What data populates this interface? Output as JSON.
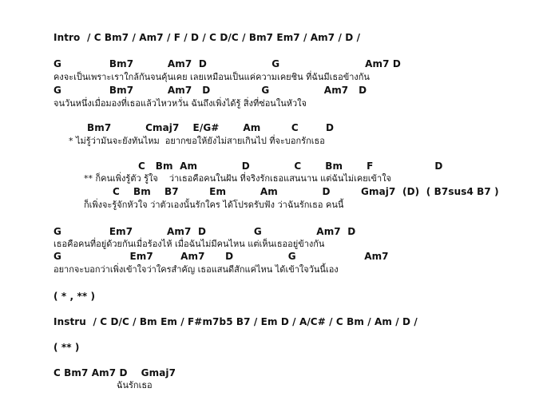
{
  "song": {
    "lines": [
      {
        "kind": "chord",
        "text": "Intro  / C Bm7 / Am7 / F / D / C D/C / Bm7 Em7 / Am7 / D /"
      },
      {
        "kind": "chord",
        "text": "G              Bm7          Am7  D                   G                         Am7 D"
      },
      {
        "kind": "lyric",
        "text": "คงจะเป็นเพราะเราใกล้กันจนคุ้นเคย เลยเหมือนเป็นแค่ความเคยชิน ที่ฉันมีเธอข้างกัน"
      },
      {
        "kind": "chord",
        "text": "G              Bm7          Am7   D               G                Am7   D"
      },
      {
        "kind": "lyric",
        "text": "จนวันหนึ่งเมื่อมองที่เธอแล้วไหวหวั่น ฉันถึงเพิ่งได้รู้ สิ่งที่ซ่อนในหัวใจ"
      },
      {
        "kind": "chord",
        "text": "Bm7          Cmaj7    E/G#       Am         C        D"
      },
      {
        "kind": "lyric",
        "text": "* ไม่รู้ว่ามันจะยังทันไหม  อยากขอให้ยังไม่สายเกินไป ที่จะบอกรักเธอ"
      },
      {
        "kind": "chord",
        "text": "C   Bm  Am             D             C       Bm       F                  D"
      },
      {
        "kind": "lyric",
        "text": "** ก็คนเพิ่งรู้ตัว รู้ใจ    ว่าเธอคือคนในฝัน ที่จริงรักเธอแสนนาน แต่ฉันไม่เคยเข้าใจ"
      },
      {
        "kind": "chord",
        "text": "C    Bm    B7         Em          Am             D         Gmaj7  (D)  ( B7sus4 B7 )"
      },
      {
        "kind": "lyric",
        "text": "ก็เพิ่งจะรู้จักหัวใจ ว่าตัวเองนั้นรักใคร ได้โปรดรับฟัง ว่าฉันรักเธอ คนนี้"
      },
      {
        "kind": "chord",
        "text": "G              Em7          Am7  D              G                Am7  D"
      },
      {
        "kind": "lyric",
        "text": "เธอคือคนที่อยู่ด้วยกันเมื่อร้องไห้ เมื่อฉันไม่มีคนไหน แต่เห็นเธออยู่ข้างกัน"
      },
      {
        "kind": "chord",
        "text": "G                    Em7        Am7      D                G                    Am7"
      },
      {
        "kind": "lyric",
        "text": "อยากจะบอกว่าเพิ่งเข้าใจว่าใครสำคัญ เธอแสนดีสักแค่ไหน ได้เข้าใจวันนี้เอง"
      },
      {
        "kind": "chord",
        "text": "( * , ** )"
      },
      {
        "kind": "chord",
        "text": "Instru  / C D/C / Bm Em / F#m7b5 B7 / Em D / A/C# / C Bm / Am / D /"
      },
      {
        "kind": "chord",
        "text": "( ** )"
      },
      {
        "kind": "chord",
        "text": "C Bm7 Am7 D    Gmaj7"
      },
      {
        "kind": "lyric",
        "text": "ฉันรักเธอ"
      }
    ]
  }
}
